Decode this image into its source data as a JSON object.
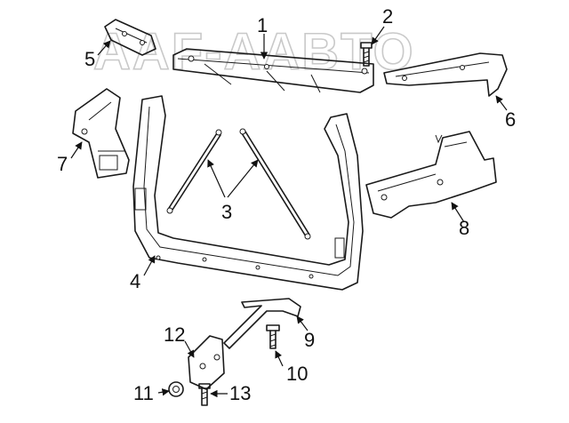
{
  "watermark": {
    "text": "AAF-AABTO"
  },
  "colors": {
    "line": "#1a1a1a",
    "background": "#ffffff",
    "watermark": "#c9c9c9"
  },
  "callouts": [
    {
      "id": "1",
      "label": "1"
    },
    {
      "id": "2",
      "label": "2"
    },
    {
      "id": "3",
      "label": "3"
    },
    {
      "id": "4",
      "label": "4"
    },
    {
      "id": "5",
      "label": "5"
    },
    {
      "id": "6",
      "label": "6"
    },
    {
      "id": "7",
      "label": "7"
    },
    {
      "id": "8",
      "label": "8"
    },
    {
      "id": "9",
      "label": "9"
    },
    {
      "id": "10",
      "label": "10"
    },
    {
      "id": "11",
      "label": "11"
    },
    {
      "id": "12",
      "label": "12"
    },
    {
      "id": "13",
      "label": "13"
    }
  ]
}
